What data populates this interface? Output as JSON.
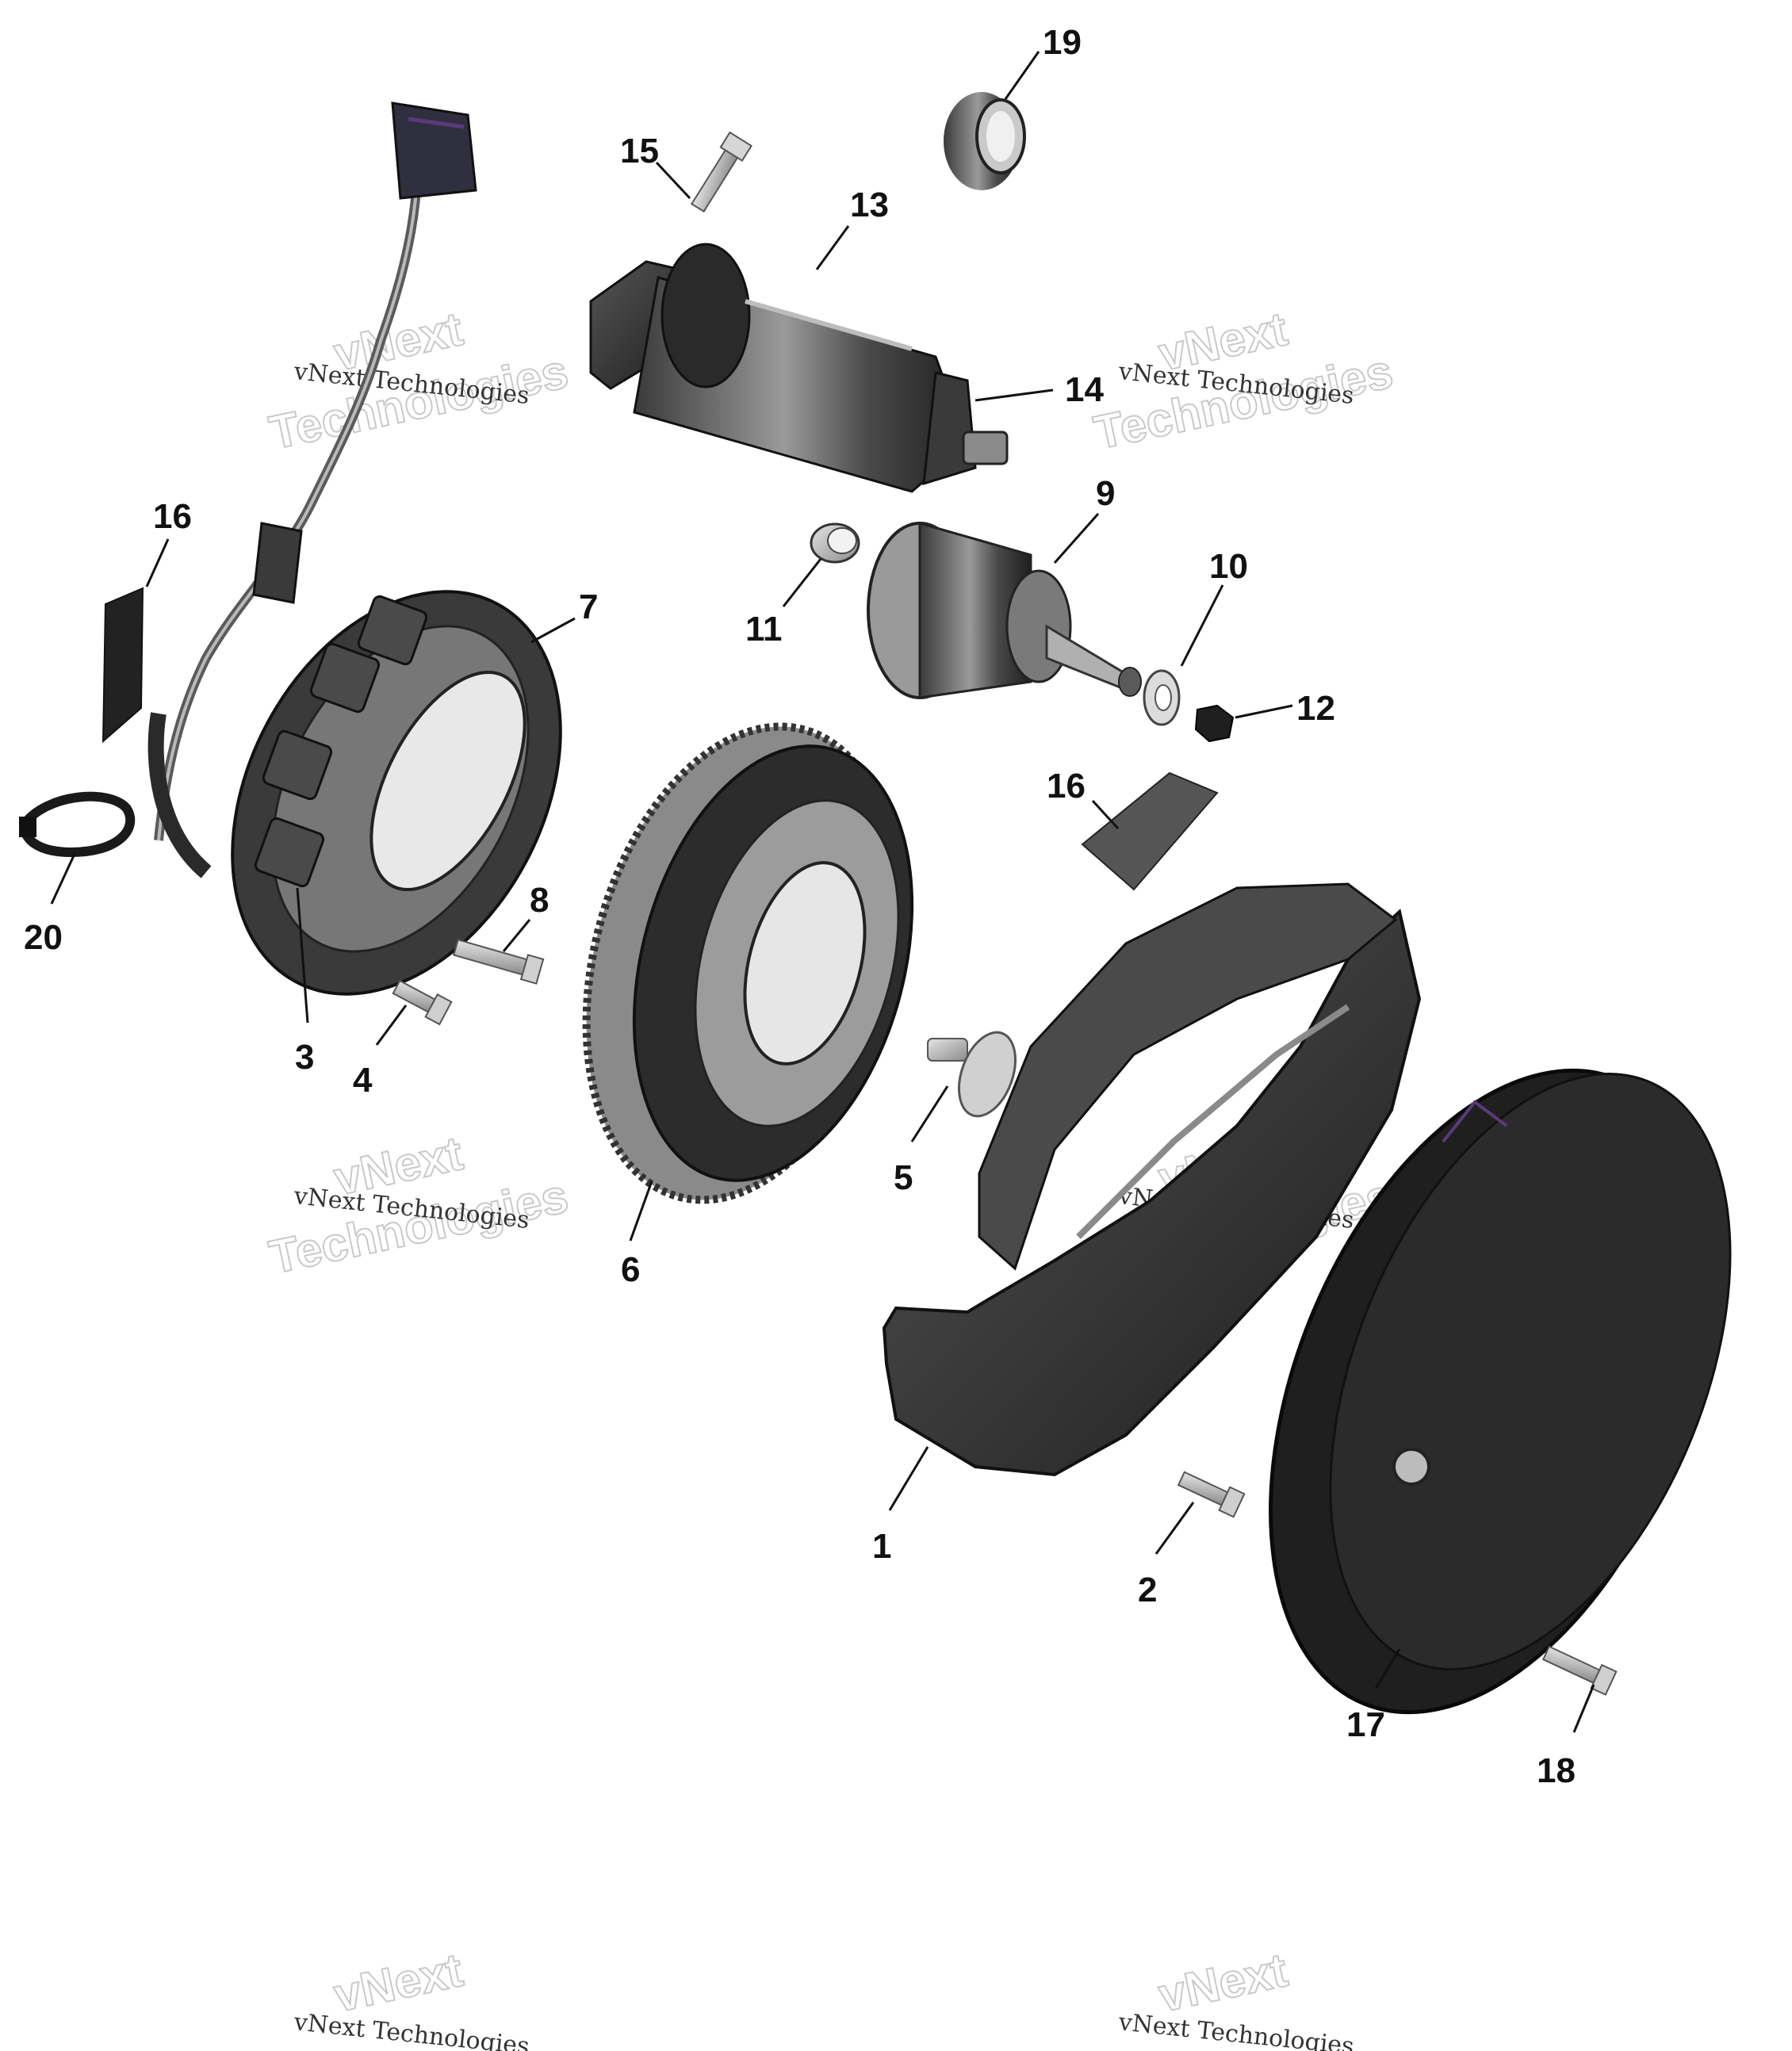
{
  "callouts": {
    "c1": "1",
    "c2": "2",
    "c3": "3",
    "c4": "4",
    "c5": "5",
    "c6": "6",
    "c7": "7",
    "c8": "8",
    "c9": "9",
    "c10": "10",
    "c11": "11",
    "c12": "12",
    "c13": "13",
    "c14": "14",
    "c15": "15",
    "c16a": "16",
    "c16b": "16",
    "c17": "17",
    "c18": "18",
    "c19": "19",
    "c20": "20"
  },
  "watermark": {
    "line1": "vNext Technologies",
    "line2": "vNext",
    "line3": "Technologies"
  },
  "colors": {
    "part_dark": "#2e2e2e",
    "part_mid": "#6a6a6a",
    "part_light": "#a9a9a9",
    "part_highlight": "#d2d2d2",
    "accent_purple": "#5a3a7a"
  }
}
